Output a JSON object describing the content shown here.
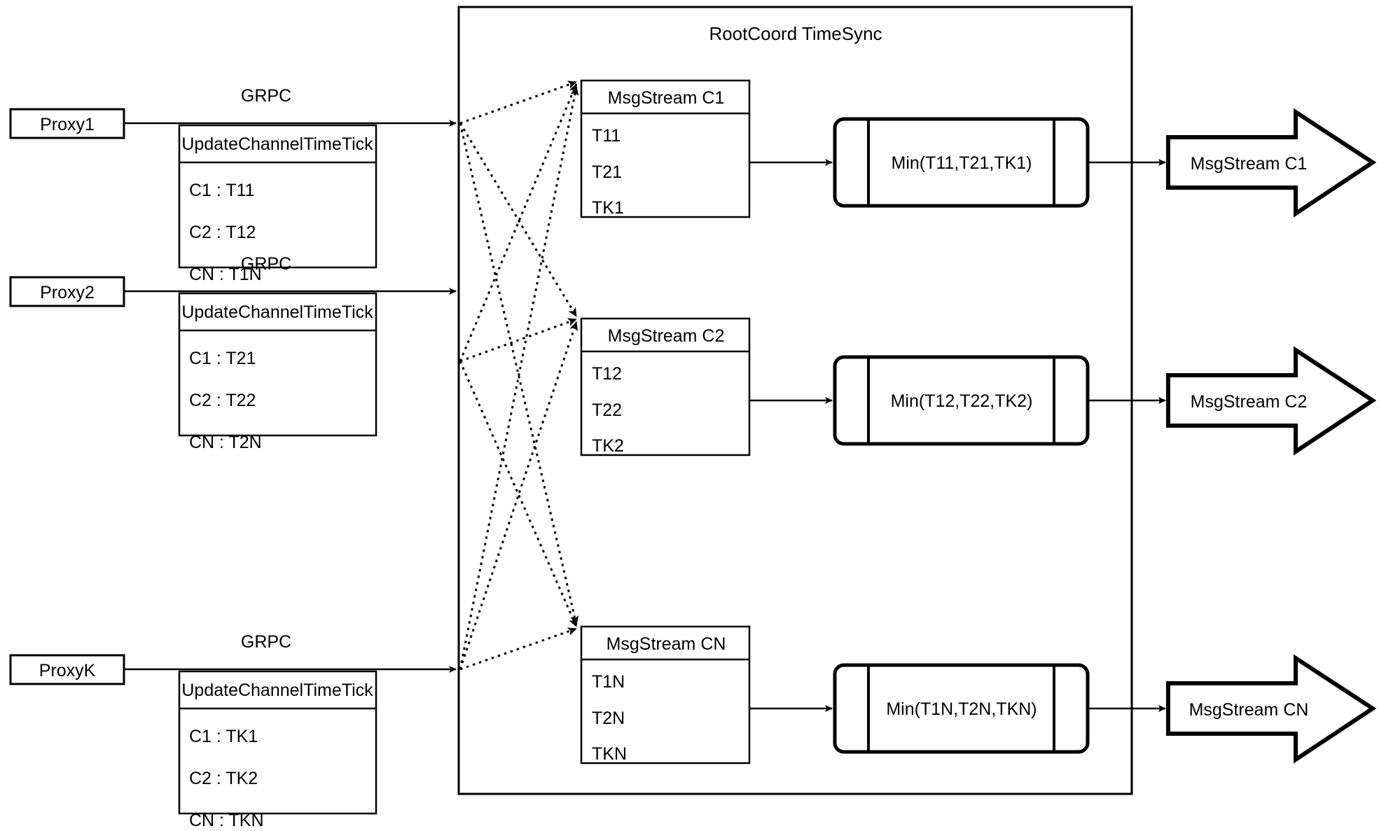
{
  "diagram": {
    "title": "RootCoord TimeSync",
    "type": "flow-diagram",
    "background": "#ffffff",
    "stroke": "#000000"
  },
  "proxies": [
    {
      "name": "Proxy1",
      "link_label": "GRPC"
    },
    {
      "name": "Proxy2",
      "link_label": "GRPC"
    },
    {
      "name": "ProxyK",
      "link_label": "GRPC"
    }
  ],
  "timetick_tables": [
    {
      "header": "UpdateChannelTimeTick",
      "rows": [
        "C1 :  T11",
        "C2 :  T12",
        "CN : T1N"
      ]
    },
    {
      "header": "UpdateChannelTimeTick",
      "rows": [
        "C1 :  T21",
        "C2 :  T22",
        "CN : T2N"
      ]
    },
    {
      "header": "UpdateChannelTimeTick",
      "rows": [
        "C1 :  TK1",
        "C2 :  TK2",
        "CN : TKN"
      ]
    }
  ],
  "msgstreams": [
    {
      "header": "MsgStream C1",
      "rows": [
        "T11",
        "T21",
        "TK1"
      ]
    },
    {
      "header": "MsgStream C2",
      "rows": [
        "T12",
        "T22",
        "TK2"
      ]
    },
    {
      "header": "MsgStream CN",
      "rows": [
        "T1N",
        "T2N",
        "TKN"
      ]
    }
  ],
  "min_nodes": [
    {
      "label": "Min(T11,T21,TK1)"
    },
    {
      "label": "Min(T12,T22,TK2)"
    },
    {
      "label": "Min(T1N,T2N,TKN)"
    }
  ],
  "output_arrows": [
    {
      "label": "MsgStream C1"
    },
    {
      "label": "MsgStream C2"
    },
    {
      "label": "MsgStream CN"
    }
  ]
}
